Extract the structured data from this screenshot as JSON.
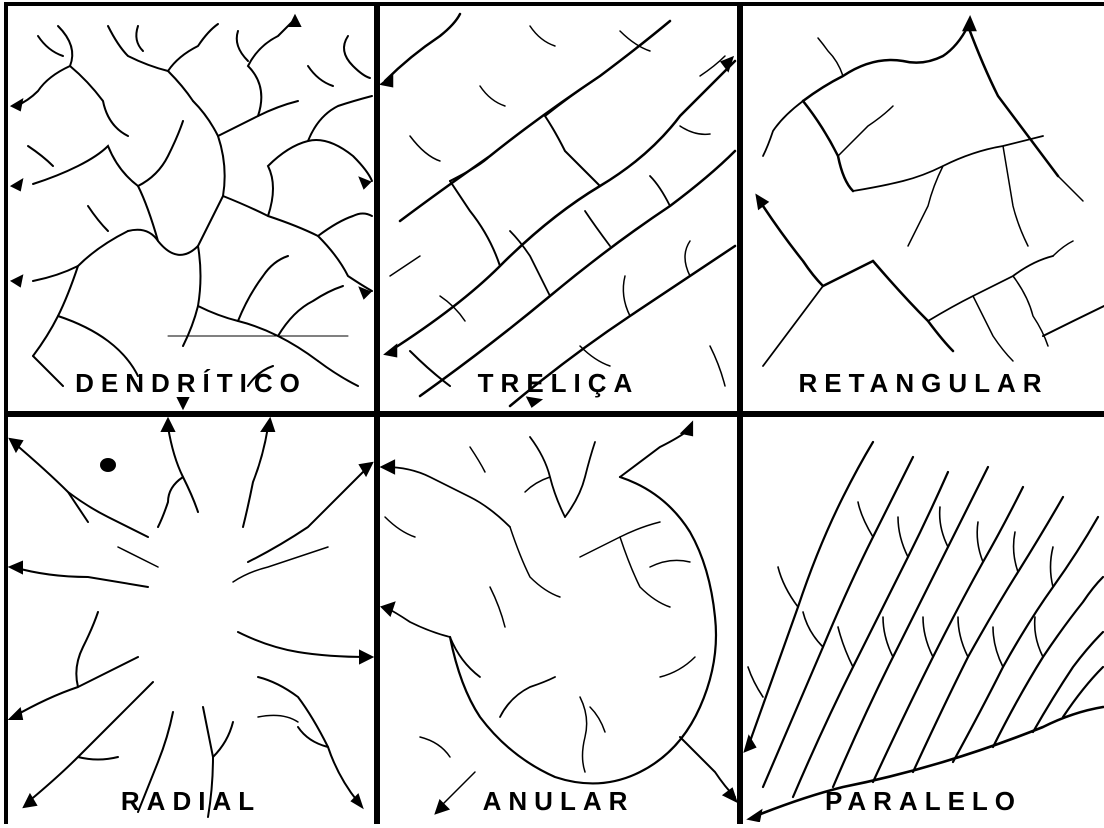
{
  "panels": [
    {
      "id": "dendritico",
      "label": "DENDRÍTICO"
    },
    {
      "id": "trelica",
      "label": "TRELIÇA"
    },
    {
      "id": "retangular",
      "label": "RETANGULAR"
    },
    {
      "id": "radial",
      "label": "RADIAL"
    },
    {
      "id": "anular",
      "label": "ANULAR"
    },
    {
      "id": "paralelo",
      "label": "PARALELO"
    }
  ],
  "colors": {
    "line": "#000000",
    "background": "#ffffff"
  }
}
